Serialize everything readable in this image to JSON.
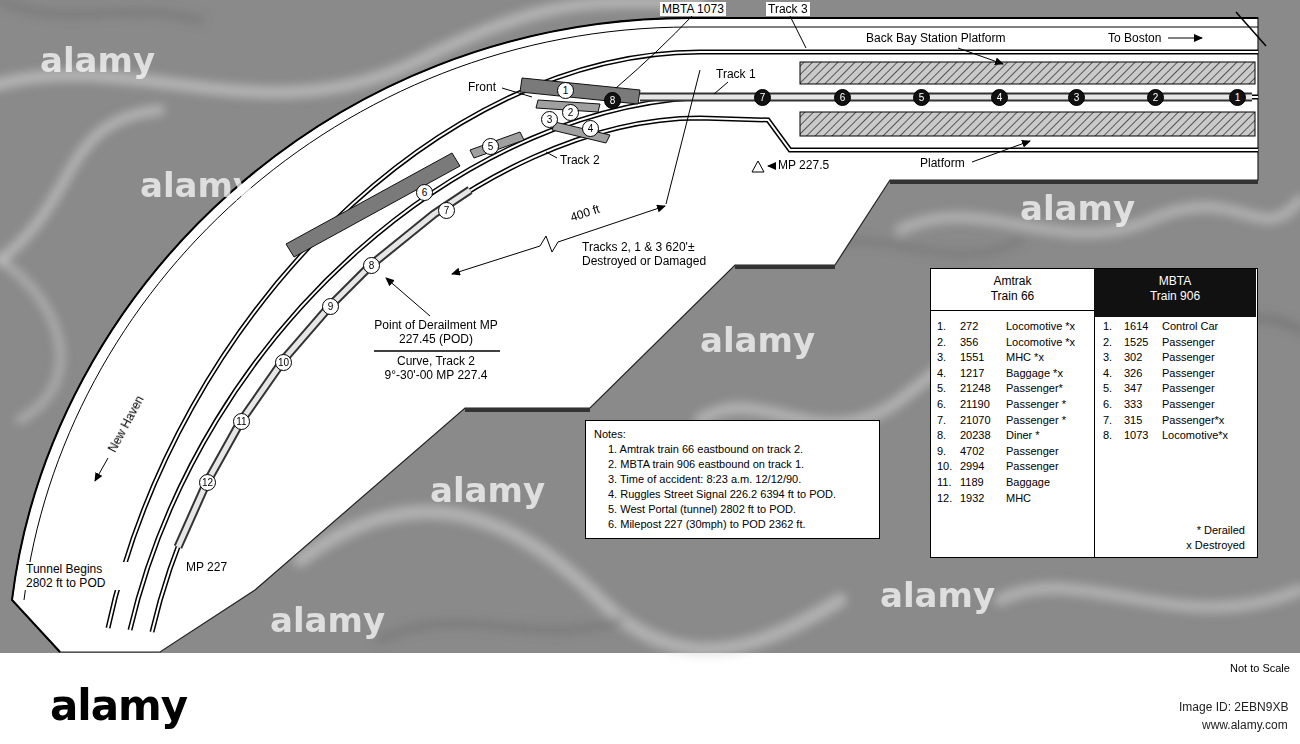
{
  "diagram": {
    "nodes": [
      {
        "text": [
          "Notes:",
          "1. Amtrak train 66 eastbound on track 2.",
          "2. MBTA train 906 eastbound on track 1.",
          "3. Time of accident: 8:23 a.m. 12/12/90.",
          "4. Ruggles Street Signal 226.2 6394 ft to POD.",
          "5. West Portal (tunnel) 2802 ft to POD.",
          "6. Milepost 227 (30mph) to POD 2362 ft."
        ]
      },
      {
        "text": [
          "* Derailed",
          "x Destroyed"
        ]
      },
      {
        "text": [
          "Amtrak Train 66"
        ],
        "in": 1
      },
      {
        "text": [
          "MBTA Train 906"
        ],
        "in": 1
      }
    ],
    "labels": [
      "MBTA 1073",
      "Track 3",
      "Back Bay Station Platform",
      "To Boston",
      "Track 1",
      "Front",
      "Track 2",
      "MP 227.5",
      "Platform",
      "400 ft",
      "Tracks 2, 1 & 3 620'± Destroyed or Damaged",
      "Point of Derailment MP 227.45 (POD)",
      "Curve, Track 2 9°-30'-00 MP 227.4",
      "New Haven",
      "MP 227",
      "Tunnel Begins 2802 ft to POD",
      "Not to Scale",
      "1",
      "2",
      "3",
      "4",
      "5",
      "6",
      "7",
      "8",
      "9",
      "10",
      "11",
      "12",
      "1",
      "2",
      "3",
      "4",
      "5",
      "6",
      "7",
      "8",
      "1.",
      "272",
      "Locomotive *x",
      "2.",
      "356",
      "Locomotive *x",
      "3.",
      "1551",
      "MHC *x",
      "4.",
      "1217",
      "Baggage *x",
      "5.",
      "21248",
      "Passenger*",
      "6.",
      "21190",
      "Passenger *",
      "7.",
      "21070",
      "Passenger *",
      "8.",
      "20238",
      "Diner *",
      "9.",
      "4702",
      "Passenger",
      "10.",
      "2994",
      "Passenger",
      "11.",
      "1189",
      "Baggage",
      "12.",
      "1932",
      "MHC",
      "1.",
      "1614",
      "Control Car",
      "2.",
      "1525",
      "Passenger",
      "3.",
      "302",
      "Passenger",
      "4.",
      "326",
      "Passenger",
      "5.",
      "347",
      "Passenger",
      "6.",
      "333",
      "Passenger",
      "7.",
      "315",
      "Passenger*x",
      "8.",
      "1073",
      "Locomotive*x",
      "alamy",
      "alamy",
      "alamy",
      "alamy",
      "alamy",
      "alamy",
      "alamy",
      "alamy",
      "Image ID: 2EBN9XB",
      "www.alamy.com"
    ]
  }
}
